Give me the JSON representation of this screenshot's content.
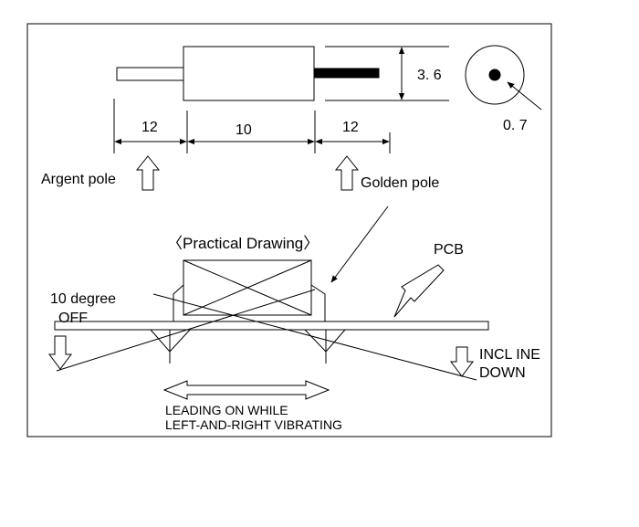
{
  "labels": {
    "dim_diameter": "3. 6",
    "dim_pin": "0. 7",
    "dim_left_lead": "12",
    "dim_body": "10",
    "dim_right_lead": "12",
    "argent_pole": "Argent pole",
    "golden_pole": "Golden pole",
    "practical_drawing": "〈Practical Drawing〉",
    "pcb": "PCB",
    "ten_degree_line1": "10 degree",
    "ten_degree_line2": "OFF",
    "incline_line1": "INCL INE",
    "incline_line2": "DOWN",
    "leading_line1": "LEADING ON WHILE",
    "leading_line2": "LEFT-AND-RIGHT VIBRATING"
  },
  "colors": {
    "stroke": "#000000",
    "background": "#ffffff"
  }
}
